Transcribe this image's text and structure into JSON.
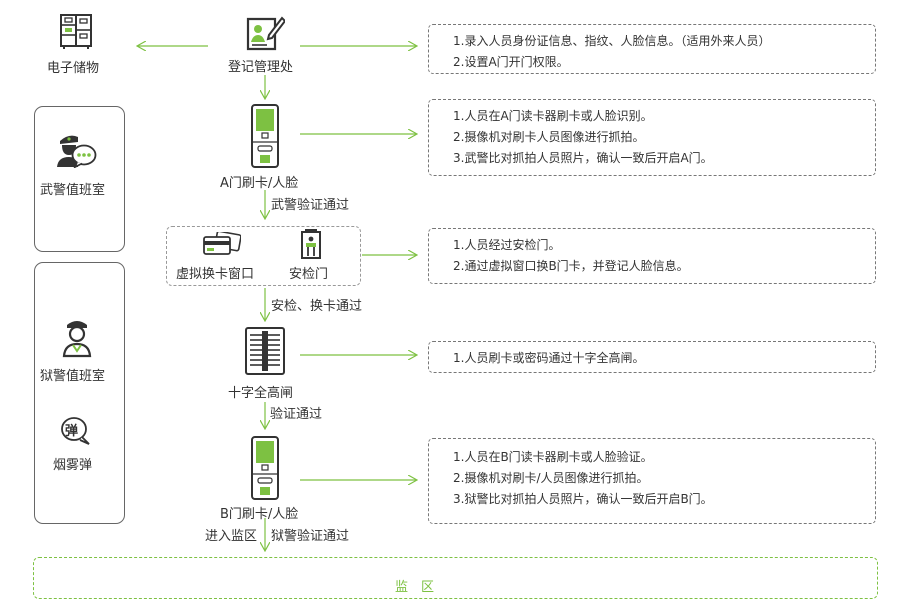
{
  "colors": {
    "accent": "#7dc142",
    "dark": "#333333"
  },
  "nodes": {
    "storage": "电子储物",
    "register": "登记管理处",
    "gate_a": "A门刷卡/人脸",
    "armed_verify": "武警验证通过",
    "virtual_window": "虚拟换卡窗口",
    "security_gate": "安检门",
    "security_pass": "安检、换卡通过",
    "turnstile": "十字全高闸",
    "verify_pass": "验证通过",
    "gate_b": "B门刷卡/人脸",
    "enter_prison": "进入监区",
    "prison_verify": "狱警验证通过",
    "prison_zone": "监　区"
  },
  "rooms": {
    "armed_police": "武警值班室",
    "prison_guard": "狱警值班室",
    "smoke": "烟雾弹",
    "smoke_icon_char": "弹"
  },
  "notes": [
    [
      "1.录入人员身份证信息、指纹、人脸信息。（适用外来人员）",
      "2.设置A门开门权限。"
    ],
    [
      "1.人员在A门读卡器刷卡或人脸识别。",
      "2.摄像机对刷卡人员图像进行抓拍。",
      "3.武警比对抓拍人员照片，确认一致后开启A门。"
    ],
    [
      "1.人员经过安检门。",
      "2.通过虚拟窗口换B门卡，并登记人脸信息。"
    ],
    [
      "1.人员刷卡或密码通过十字全高闸。"
    ],
    [
      "1.人员在B门读卡器刷卡或人脸验证。",
      "2.摄像机对刷卡/人员图像进行抓拍。",
      "3.狱警比对抓拍人员照片，确认一致后开启B门。"
    ]
  ],
  "icons": [
    "storage-locker-icon",
    "register-form-icon",
    "card-reader-icon",
    "police-officer-icon",
    "chat-bubble-icon",
    "card-icon",
    "metal-detector-icon",
    "turnstile-icon",
    "prison-guard-icon",
    "grenade-icon"
  ]
}
